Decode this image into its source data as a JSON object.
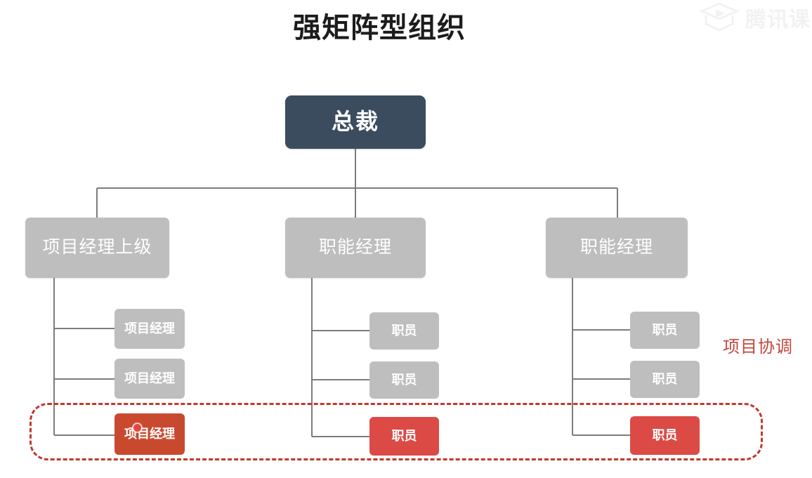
{
  "page": {
    "title": "强矩阵型组织",
    "background": "#ffffff"
  },
  "watermark": {
    "icon": "graduation-cap-icon",
    "text": "腾讯课"
  },
  "colors": {
    "root_box": "#3b4c5e",
    "manager_box": "#bebebe",
    "leaf_box": "#bebebe",
    "highlight_box": "#dc4a46",
    "active_box": "#c9492f",
    "coordination_red": "#c0392b",
    "connector_line": "#7a7a7a",
    "title_text": "#1c1c1c"
  },
  "org_chart": {
    "root": {
      "label": "总裁"
    },
    "columns": [
      {
        "manager": {
          "label": "项目经理上级"
        },
        "reports": [
          {
            "label": "项目经理",
            "state": "normal"
          },
          {
            "label": "项目经理",
            "state": "normal"
          },
          {
            "label": "项目经理",
            "state": "active"
          }
        ]
      },
      {
        "manager": {
          "label": "职能经理"
        },
        "reports": [
          {
            "label": "职员",
            "state": "normal"
          },
          {
            "label": "职员",
            "state": "normal"
          },
          {
            "label": "职员",
            "state": "highlighted"
          }
        ]
      },
      {
        "manager": {
          "label": "职能经理"
        },
        "reports": [
          {
            "label": "职员",
            "state": "normal"
          },
          {
            "label": "职员",
            "state": "normal"
          },
          {
            "label": "职员",
            "state": "highlighted"
          }
        ]
      }
    ]
  },
  "annotation": {
    "coordination_label": "项目协调"
  }
}
